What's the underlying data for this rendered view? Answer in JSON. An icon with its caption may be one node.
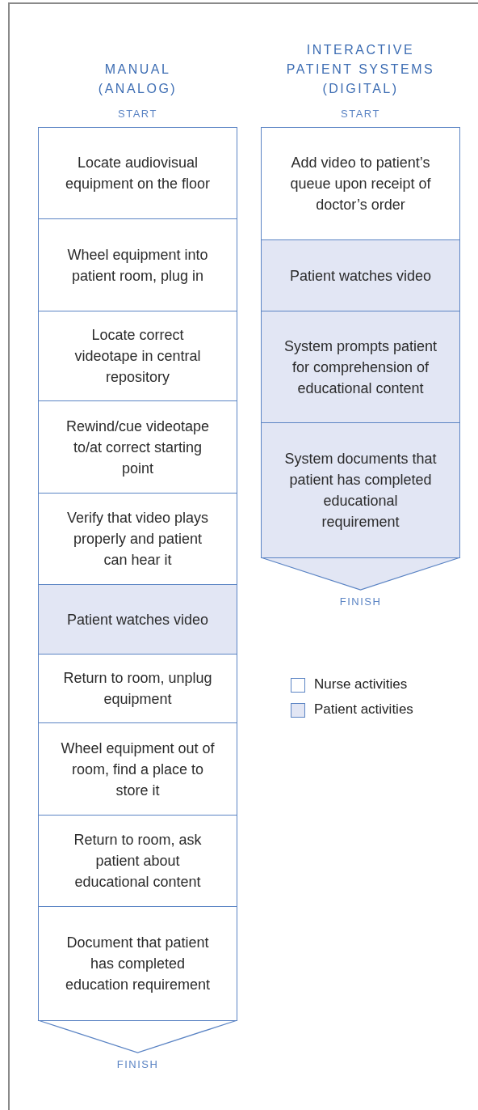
{
  "diagram": {
    "nodes": [
      {
        "text": [
          "Locate audiovisual equipment on the floor"
        ]
      },
      {
        "text": [
          "Wheel equipment into patient room, plug in"
        ]
      },
      {
        "text": [
          "Locate correct videotape in central repository"
        ]
      },
      {
        "text": [
          "Rewind/cue videotape to/at correct starting point"
        ]
      },
      {
        "text": [
          "Verify that video plays properly and patient can hear it"
        ]
      },
      {
        "text": [
          "Patient watches video"
        ]
      },
      {
        "text": [
          "Return to room, unplug equipment"
        ]
      },
      {
        "text": [
          "Wheel equipment out of room, find a place to store it"
        ]
      },
      {
        "text": [
          "Return to room, ask patient about educational content"
        ]
      },
      {
        "text": [
          "Document that patient has completed education requirement"
        ]
      },
      {
        "text": [
          "Add video to patient’s queue upon receipt of doctor’s order"
        ]
      },
      {
        "text": [
          "Patient watches video"
        ]
      },
      {
        "text": [
          "System prompts patient for comprehension of educational content"
        ]
      },
      {
        "text": [
          "System documents that patient has completed educational requirement"
        ]
      }
    ],
    "labels": [
      "MANUAL (ANALOG)",
      "INTERACTIVE PATIENT SYSTEMS (DIGITAL)",
      "START",
      "START",
      "FINISH",
      "FINISH"
    ],
    "legend": [
      {
        "text": "Nurse activities",
        "color": "#ffffff"
      },
      {
        "text": "Patient activities",
        "color": "#e2e6f4"
      }
    ]
  }
}
